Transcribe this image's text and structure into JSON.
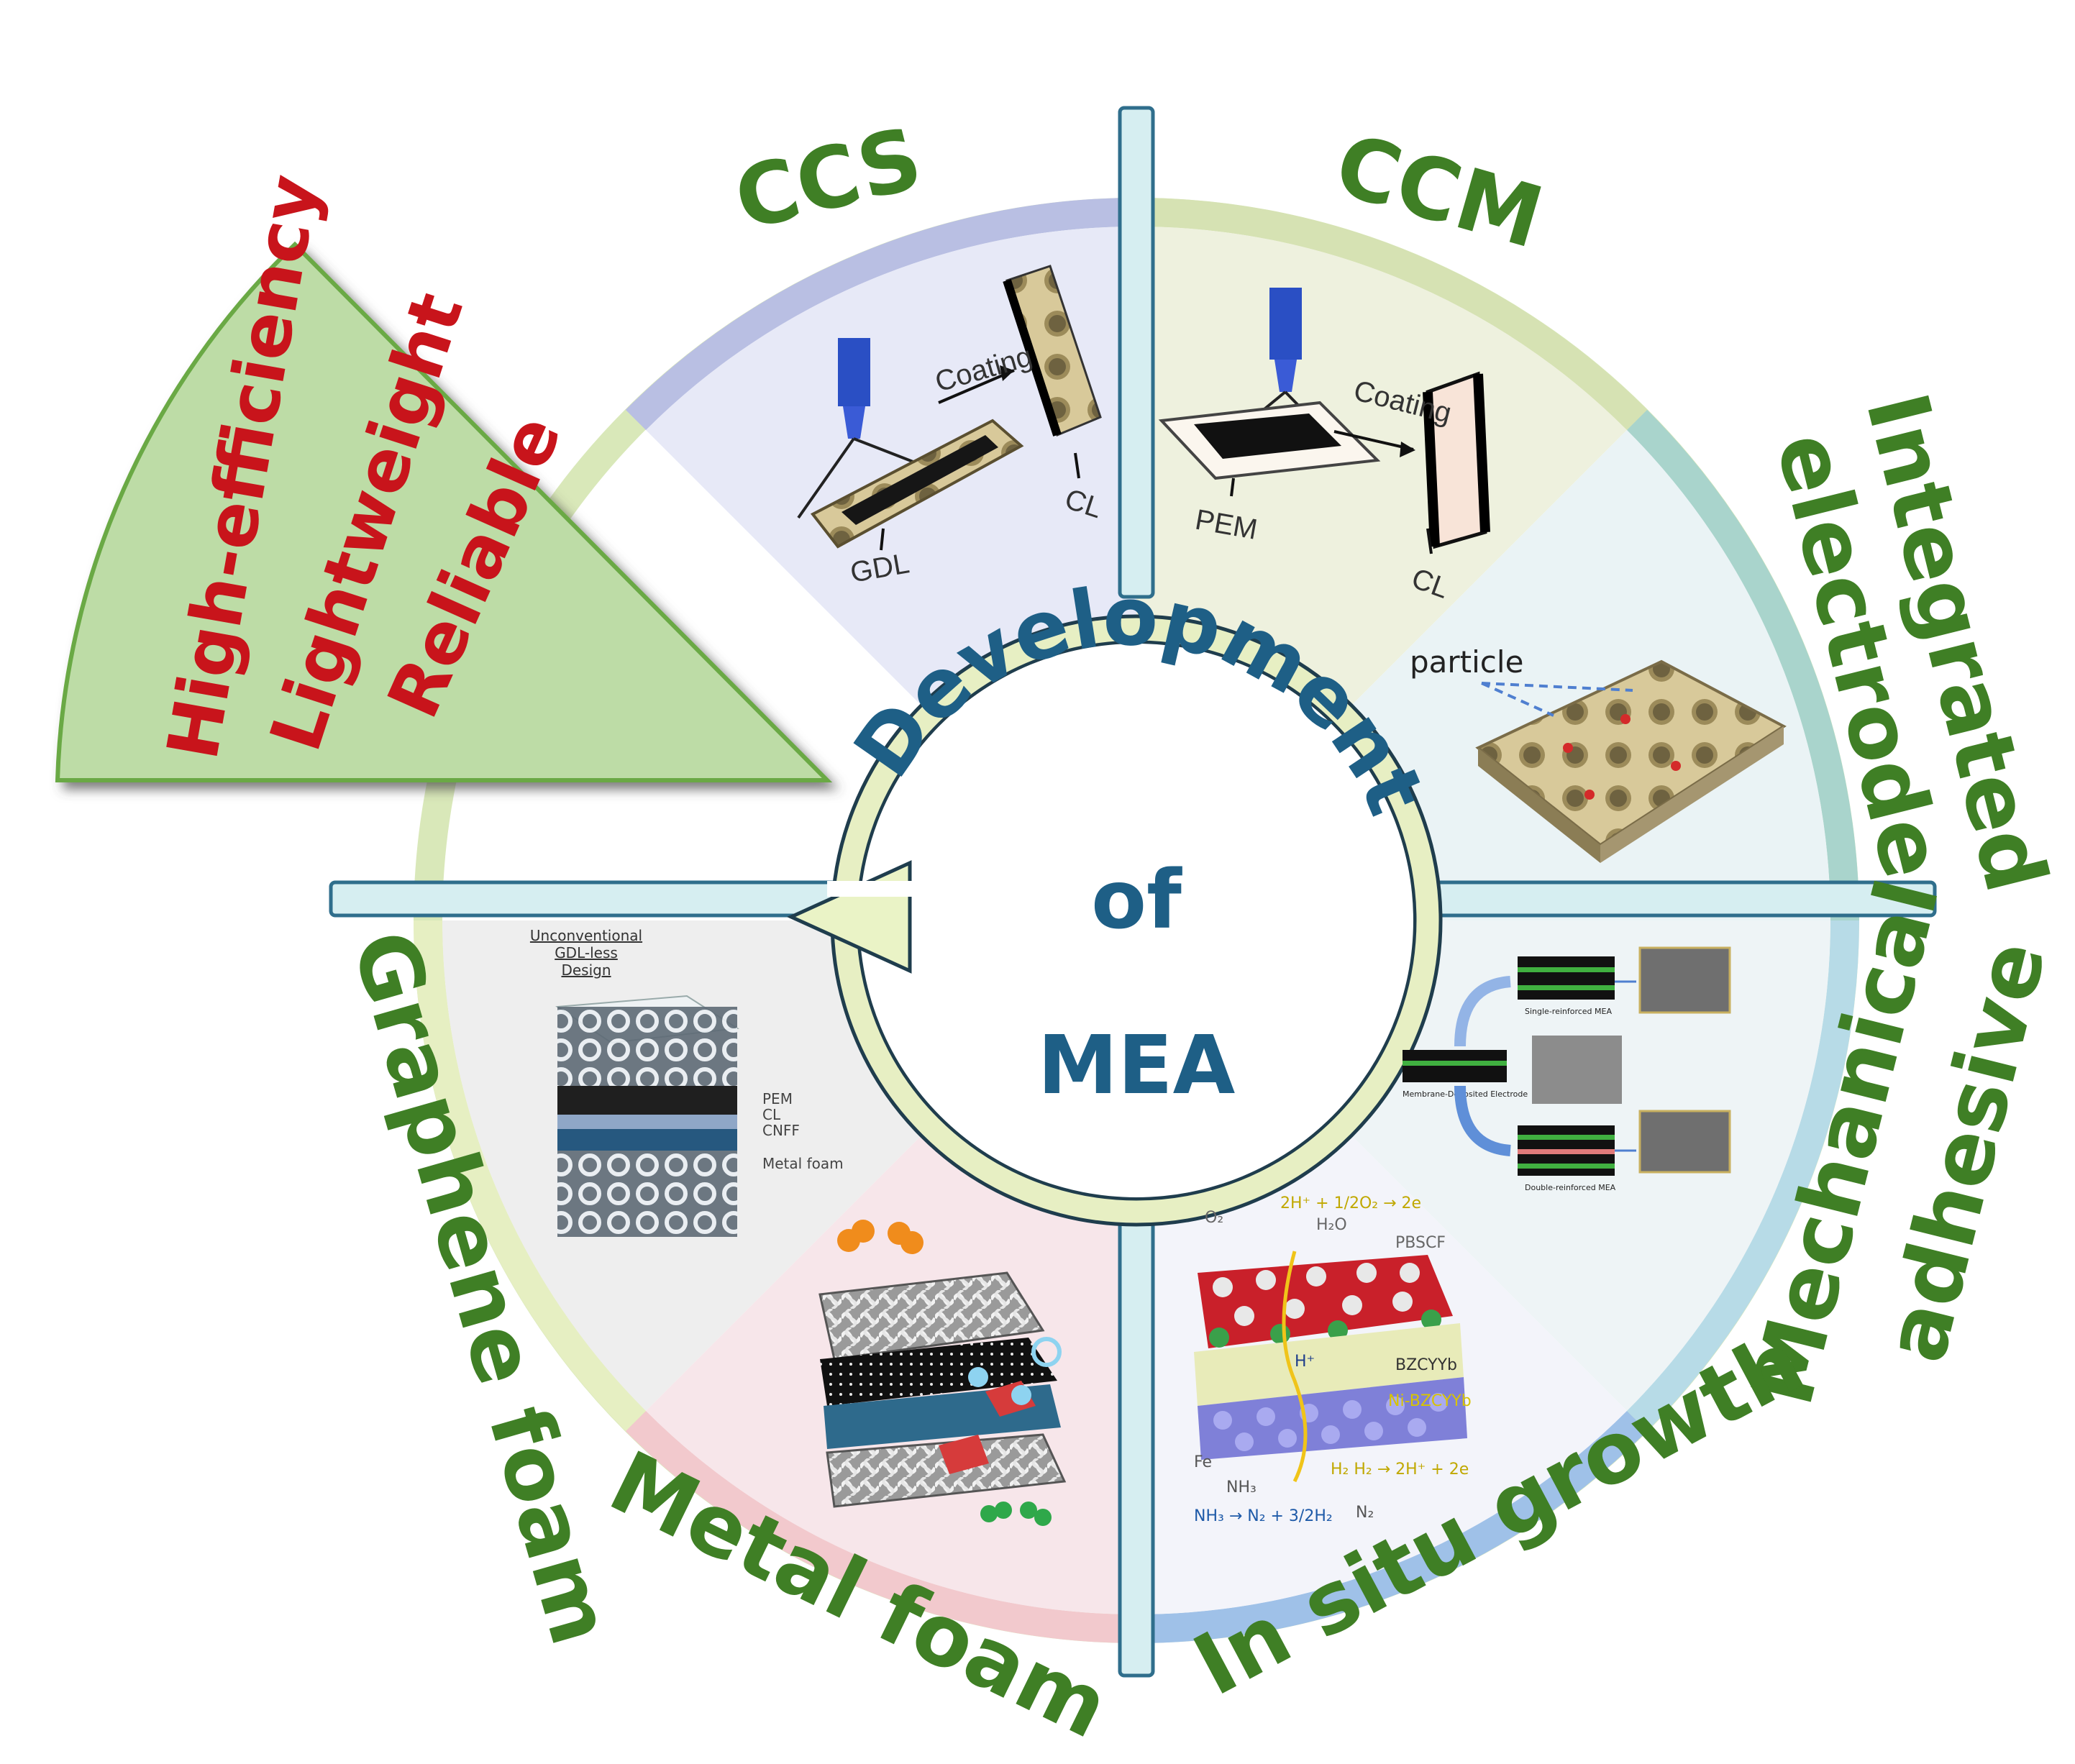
{
  "center": {
    "title_arc": "Development",
    "line2": "of",
    "line3": "MEA"
  },
  "fan": {
    "lines": [
      "High-efficiency",
      "Lightweight",
      "Reliable"
    ]
  },
  "segments": {
    "ccs": "CCS",
    "ccm": "CCM",
    "integrated_1": "Integrated",
    "integrated_2": "electrode",
    "mech_1": "Mechanical",
    "mech_2": "adhesive",
    "insitu": "In situ growth",
    "metal": "Metal foam",
    "graphene": "Graphene foam"
  },
  "ccs_panel": {
    "coating": "Coating",
    "cl": "CL",
    "gdl": "GDL"
  },
  "ccm_panel": {
    "coating": "Coating",
    "cl": "CL",
    "pem": "PEM"
  },
  "integrated_panel": {
    "particle": "particle"
  },
  "mech_panel": {
    "single": "Single-reinforced MEA",
    "deposited": "Membrane-Deposited Electrode",
    "double": "Double-reinforced MEA"
  },
  "insitu_panel": {
    "o2": "O₂",
    "reaction_top": "2H⁺ + 1/2O₂ → 2e",
    "h2o": "H₂O",
    "pbscf": "PBSCF",
    "h_plus": "H⁺",
    "bzcyyb": "BZCYYb",
    "ni_bzcyyb": "Ni-BZCYYb",
    "fe": "Fe",
    "nh3": "NH₃",
    "h2_reaction": "H₂  H₂ → 2H⁺ + 2e",
    "nh3_reaction": "NH₃ → N₂ + 3/2H₂",
    "n2": "N₂"
  },
  "graphene_panel": {
    "heading_1": "Unconventional",
    "heading_2": "GDL-less",
    "heading_3": "Design",
    "pem": "PEM",
    "cl": "CL",
    "cnff": "CNFF",
    "metal_foam": "Metal foam"
  },
  "colors": {
    "label_green": "#3f7f25",
    "center_blue": "#1e5f86",
    "fan_red": "#c8141b",
    "fan_fill": "#b9dba2",
    "divider": "#d6eef1"
  }
}
